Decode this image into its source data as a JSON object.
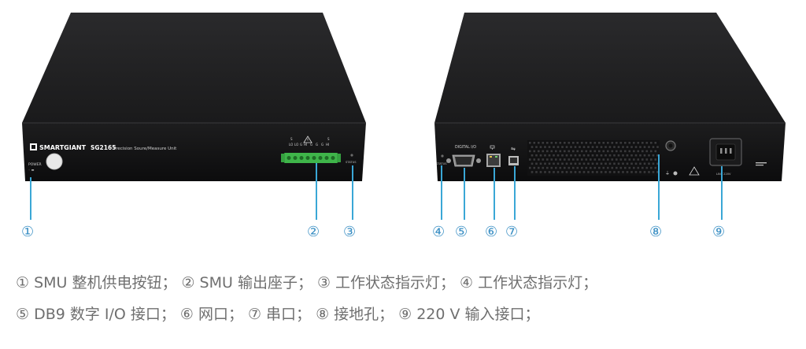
{
  "front_panel": {
    "brand": "SMARTGIANT",
    "model": "SG2165",
    "model_desc": "Precision Soure/Measure Unit",
    "power_label": "POWER",
    "terminal_labels": [
      "LO",
      "LO",
      "G",
      "HI",
      "G",
      "G",
      "G",
      "HI"
    ],
    "terminal_top": [
      "S",
      "",
      "",
      "",
      "",
      "",
      "",
      "S"
    ],
    "status_label": "STATUS"
  },
  "rear_panel": {
    "status_label": "STATUS",
    "digital_io_label": "DIGITAL I/O",
    "line_label": "LINE 220V"
  },
  "markers": [
    "①",
    "②",
    "③",
    "④",
    "⑤",
    "⑥",
    "⑦",
    "⑧",
    "⑨"
  ],
  "captions": {
    "line1": [
      "① SMU 整机供电按钮；",
      "② SMU 输出座子；",
      "③ 工作状态指示灯；",
      "④ 工作状态指示灯；"
    ],
    "line2": [
      "⑤ DB9 数字 I/O 接口；",
      "⑥ 网口；",
      "⑦ 串口；",
      "⑧ 接地孔；",
      "⑨ 220 V 输入接口；"
    ]
  },
  "colors": {
    "accent": "#3aa7d6",
    "marker_text": "#3a8fc4",
    "caption_text": "#6f6f6f",
    "chassis_top": "#1f1f21",
    "chassis_front": "#141415",
    "terminal_green": "#3fb54a"
  }
}
